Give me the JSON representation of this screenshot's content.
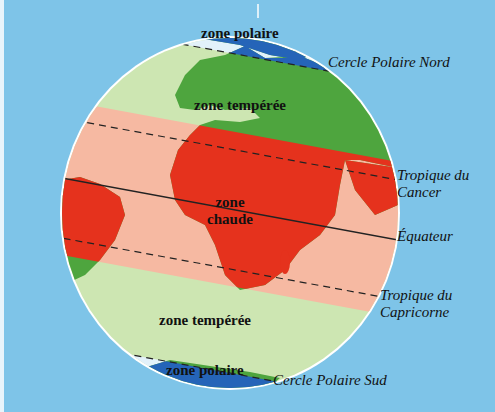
{
  "diagram": {
    "nodes": [
      {
        "text": [
          "zone polaire"
        ]
      },
      {
        "text": [
          "zone tempérée"
        ]
      },
      {
        "text": [
          "zone chaude"
        ]
      },
      {
        "text": [
          "zone tempérée"
        ]
      },
      {
        "text": [
          "zone polaire"
        ]
      }
    ],
    "labels": [
      "Cercle Polaire Nord",
      "Tropique du Cancer",
      "Équateur",
      "Tropique du Capricorne",
      "Cercle Polaire Sud"
    ]
  }
}
